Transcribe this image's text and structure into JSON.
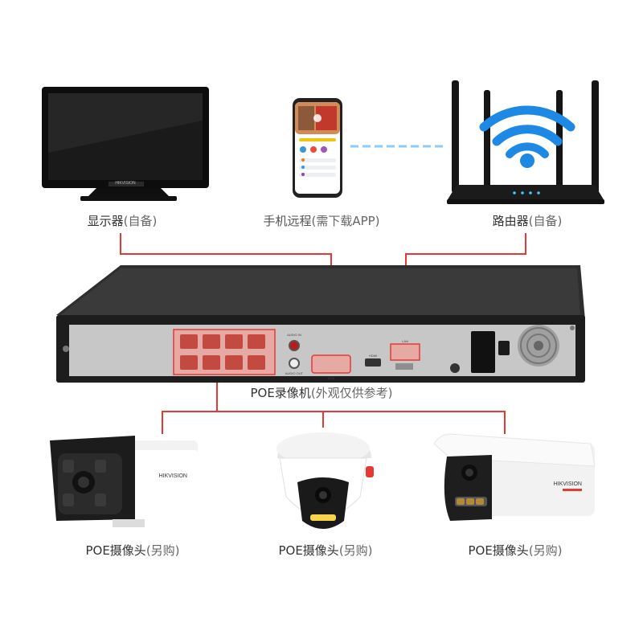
{
  "devices": {
    "monitor": {
      "label_main": "显示器",
      "label_sub": "(自备)",
      "brand": "HIKVISION"
    },
    "phone": {
      "label_main": "手机远程",
      "label_sub": "(需下载APP)"
    },
    "router": {
      "label_main": "路由器",
      "label_sub": "(自备)"
    },
    "nvr": {
      "label_main": "POE录像机",
      "label_sub": "(外观仅供参考)",
      "port_labels": {
        "audio_in": "AUDIO IN",
        "audio_out": "AUDIO OUT",
        "vga": "VGA",
        "hdmi": "HDMI",
        "lan": "LAN"
      }
    },
    "cameras": [
      {
        "label_main": "POE摄像头",
        "label_sub": "(另购)",
        "brand": "HIKVISION"
      },
      {
        "label_main": "POE摄像头",
        "label_sub": "(另购)",
        "brand": ""
      },
      {
        "label_main": "POE摄像头",
        "label_sub": "(另购)",
        "brand": "HIKVISION"
      }
    ]
  },
  "colors": {
    "connector_line": "#e53935",
    "wifi_blue": "#1976d2",
    "device_dark": "#1b1b1b",
    "panel_grey": "#c9c9c9",
    "dashed_link": "#90caf9"
  }
}
